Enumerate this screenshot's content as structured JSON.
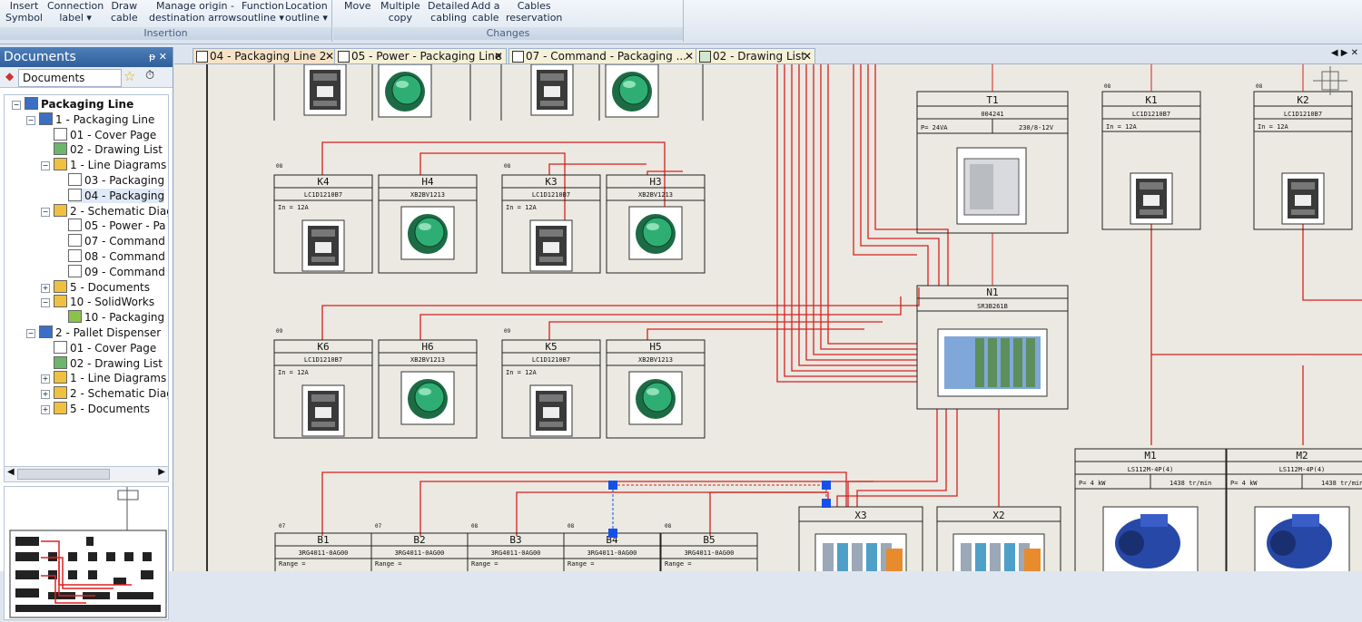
{
  "ribbon": {
    "insertion_label": "Insertion",
    "changes_label": "Changes",
    "buttons": [
      {
        "label": "Insert\nSymbol"
      },
      {
        "label": "Connection\nlabel ▾"
      },
      {
        "label": "Draw\ncable"
      },
      {
        "label": "Manage origin -\ndestination arrows"
      },
      {
        "label": "Function\noutline ▾"
      },
      {
        "label": "Location\noutline ▾"
      },
      {
        "label": "Move"
      },
      {
        "label": "Multiple\ncopy"
      },
      {
        "label": "Detailed\ncabling"
      },
      {
        "label": "Add a\ncable"
      },
      {
        "label": "Cables\nreservation"
      }
    ]
  },
  "panel": {
    "title": "Documents",
    "tab_label": "Documents",
    "tree": [
      {
        "label": "Packaging Line",
        "level": 0
      },
      {
        "label": "1 - Packaging Line",
        "level": 1
      },
      {
        "label": "01 - Cover Page",
        "level": 2
      },
      {
        "label": "02 - Drawing List",
        "level": 2
      },
      {
        "label": "1 - Line Diagrams",
        "level": 2
      },
      {
        "label": "03 - Packaging",
        "level": 3
      },
      {
        "label": "04 - Packaging",
        "level": 3
      },
      {
        "label": "2 - Schematic Diag",
        "level": 2
      },
      {
        "label": "05 - Power - Pa",
        "level": 3
      },
      {
        "label": "07 - Command",
        "level": 3
      },
      {
        "label": "08 - Command",
        "level": 3
      },
      {
        "label": "09 - Command",
        "level": 3
      },
      {
        "label": "5 - Documents",
        "level": 2
      },
      {
        "label": "10 - SolidWorks",
        "level": 2
      },
      {
        "label": "10 - Packaging",
        "level": 3
      },
      {
        "label": "2 - Pallet Dispenser",
        "level": 1
      },
      {
        "label": "01 - Cover Page",
        "level": 2
      },
      {
        "label": "02 - Drawing List",
        "level": 2
      },
      {
        "label": "1 - Line Diagrams",
        "level": 2
      },
      {
        "label": "2 - Schematic Diag",
        "level": 2
      },
      {
        "label": "5 - Documents",
        "level": 2
      }
    ]
  },
  "tabs": [
    {
      "label": "04 - Packaging Line 2",
      "active": true
    },
    {
      "label": "05 - Power - Packaging Line"
    },
    {
      "label": "07 - Command - Packaging ..."
    },
    {
      "label": "02 - Drawing List"
    }
  ],
  "drawing": {
    "contactors": [
      {
        "tag": "K4",
        "ref": "LC1D1210B7",
        "rating": "In =  12A",
        "page": "08"
      },
      {
        "tag": "K3",
        "ref": "LC1D1210B7",
        "rating": "In =  12A",
        "page": "08"
      },
      {
        "tag": "K6",
        "ref": "LC1D1210B7",
        "rating": "In =  12A",
        "page": "09"
      },
      {
        "tag": "K5",
        "ref": "LC1D1210B7",
        "rating": "In =  12A",
        "page": "09"
      },
      {
        "tag": "K1",
        "ref": "LC1D1210B7",
        "rating": "In =  12A",
        "page": "08"
      },
      {
        "tag": "K2",
        "ref": "LC1D1210B7",
        "rating": "In =  12A",
        "page": "08"
      }
    ],
    "pushbuttons": [
      {
        "tag": "H4",
        "ref": "XB2BV1213"
      },
      {
        "tag": "H3",
        "ref": "XB2BV1213"
      },
      {
        "tag": "H6",
        "ref": "XB2BV1213"
      },
      {
        "tag": "H5",
        "ref": "XB2BV1213"
      }
    ],
    "transformer": {
      "tag": "T1",
      "ref": "004241",
      "power": "P=  24VA",
      "voltage": "230/8-12V"
    },
    "plc": {
      "tag": "N1",
      "ref": "SR3B261B"
    },
    "sensors": [
      {
        "tag": "B1",
        "ref": "3RG4011-0AG00",
        "range": "Range =",
        "page": "07"
      },
      {
        "tag": "B2",
        "ref": "3RG4011-0AG00",
        "range": "Range =",
        "page": "07"
      },
      {
        "tag": "B3",
        "ref": "3RG4011-0AG00",
        "range": "Range =",
        "page": "08"
      },
      {
        "tag": "B4",
        "ref": "3RG4011-0AG00",
        "range": "Range =",
        "page": "08"
      },
      {
        "tag": "B5",
        "ref": "3RG4011-0AG00",
        "range": "Range =",
        "page": "08"
      }
    ],
    "terminals": [
      {
        "tag": "X3"
      },
      {
        "tag": "X2"
      }
    ],
    "motors": [
      {
        "tag": "M1",
        "ref": "LS112M-4P(4)",
        "power": "P=  4 kW",
        "speed": "1438 tr/min"
      },
      {
        "tag": "M2",
        "ref": "LS112M-4P(4)",
        "power": "P=  4 kW",
        "speed": "1438 tr/min"
      }
    ],
    "colors": {
      "wire": "#d62020",
      "paper": "#ebe9e1",
      "box": "#222222"
    }
  }
}
